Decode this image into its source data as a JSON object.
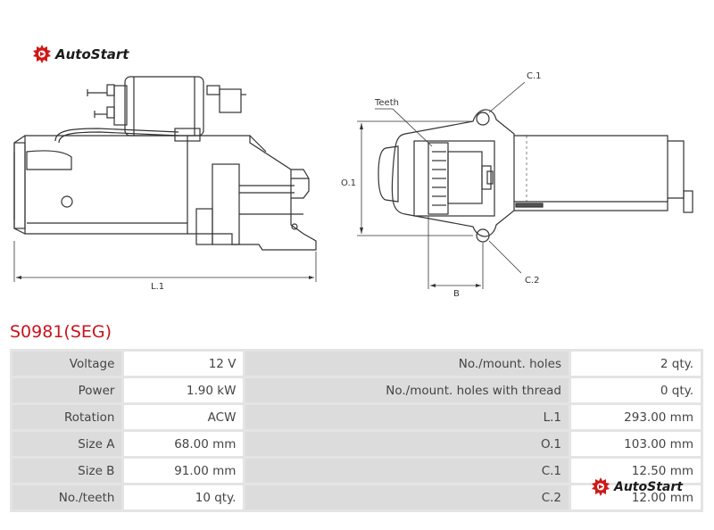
{
  "brand": {
    "logo_text": "AutoStart",
    "accent_color": "#d01818"
  },
  "drawing": {
    "dim_length": "L.1",
    "dim_o1": "O.1",
    "dim_b": "B",
    "label_teeth": "Teeth",
    "label_c1": "C.1",
    "label_c2": "C.2"
  },
  "part": {
    "title": "S0981(SEG)",
    "title_color": "#c8141e"
  },
  "specs": {
    "rows": [
      {
        "label1": "Voltage",
        "value1": "12 V",
        "label2": "No./mount. holes",
        "value2": "2 qty."
      },
      {
        "label1": "Power",
        "value1": "1.90 kW",
        "label2": "No./mount. holes with thread",
        "value2": "0 qty."
      },
      {
        "label1": "Rotation",
        "value1": "ACW",
        "label2": "L.1",
        "value2": "293.00 mm"
      },
      {
        "label1": "Size A",
        "value1": "68.00 mm",
        "label2": "O.1",
        "value2": "103.00 mm"
      },
      {
        "label1": "Size B",
        "value1": "91.00 mm",
        "label2": "C.1",
        "value2": "12.50 mm"
      },
      {
        "label1": "No./teeth",
        "value1": "10 qty.",
        "label2": "C.2",
        "value2": "12.00 mm"
      }
    ]
  }
}
